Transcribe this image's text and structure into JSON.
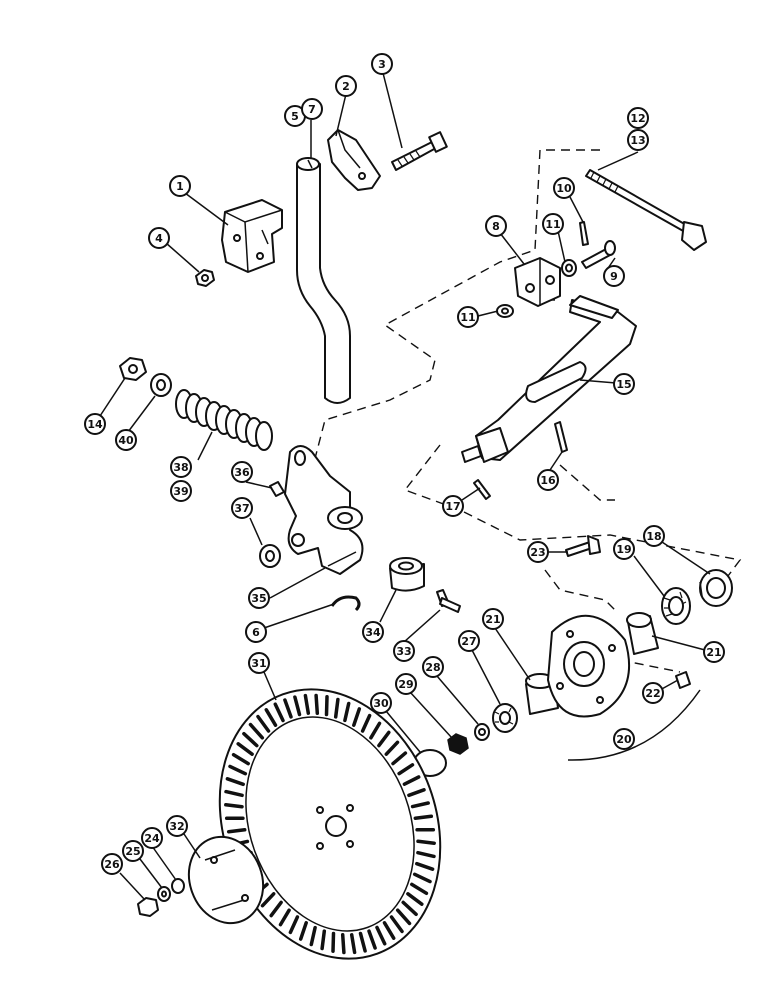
{
  "diagram": {
    "callouts": [
      {
        "id": "c1",
        "label": "1"
      },
      {
        "id": "c2",
        "label": "2"
      },
      {
        "id": "c3",
        "label": "3"
      },
      {
        "id": "c4",
        "label": "4"
      },
      {
        "id": "c5",
        "label": "5"
      },
      {
        "id": "c6",
        "label": "6"
      },
      {
        "id": "c7",
        "label": "7"
      },
      {
        "id": "c8",
        "label": "8"
      },
      {
        "id": "c9",
        "label": "9"
      },
      {
        "id": "c10",
        "label": "10"
      },
      {
        "id": "c11a",
        "label": "11"
      },
      {
        "id": "c11b",
        "label": "11"
      },
      {
        "id": "c12",
        "label": "12"
      },
      {
        "id": "c13",
        "label": "13"
      },
      {
        "id": "c14",
        "label": "14"
      },
      {
        "id": "c15",
        "label": "15"
      },
      {
        "id": "c16",
        "label": "16"
      },
      {
        "id": "c17",
        "label": "17"
      },
      {
        "id": "c18",
        "label": "18"
      },
      {
        "id": "c19",
        "label": "19"
      },
      {
        "id": "c20",
        "label": "20"
      },
      {
        "id": "c21a",
        "label": "21"
      },
      {
        "id": "c21b",
        "label": "21"
      },
      {
        "id": "c22",
        "label": "22"
      },
      {
        "id": "c23",
        "label": "23"
      },
      {
        "id": "c24",
        "label": "24"
      },
      {
        "id": "c25",
        "label": "25"
      },
      {
        "id": "c26",
        "label": "26"
      },
      {
        "id": "c27",
        "label": "27"
      },
      {
        "id": "c28",
        "label": "28"
      },
      {
        "id": "c29",
        "label": "29"
      },
      {
        "id": "c30",
        "label": "30"
      },
      {
        "id": "c31",
        "label": "31"
      },
      {
        "id": "c32",
        "label": "32"
      },
      {
        "id": "c33",
        "label": "33"
      },
      {
        "id": "c34",
        "label": "34"
      },
      {
        "id": "c35",
        "label": "35"
      },
      {
        "id": "c36",
        "label": "36"
      },
      {
        "id": "c37",
        "label": "37"
      },
      {
        "id": "c38",
        "label": "38"
      },
      {
        "id": "c39",
        "label": "39"
      },
      {
        "id": "c40",
        "label": "40"
      }
    ]
  }
}
